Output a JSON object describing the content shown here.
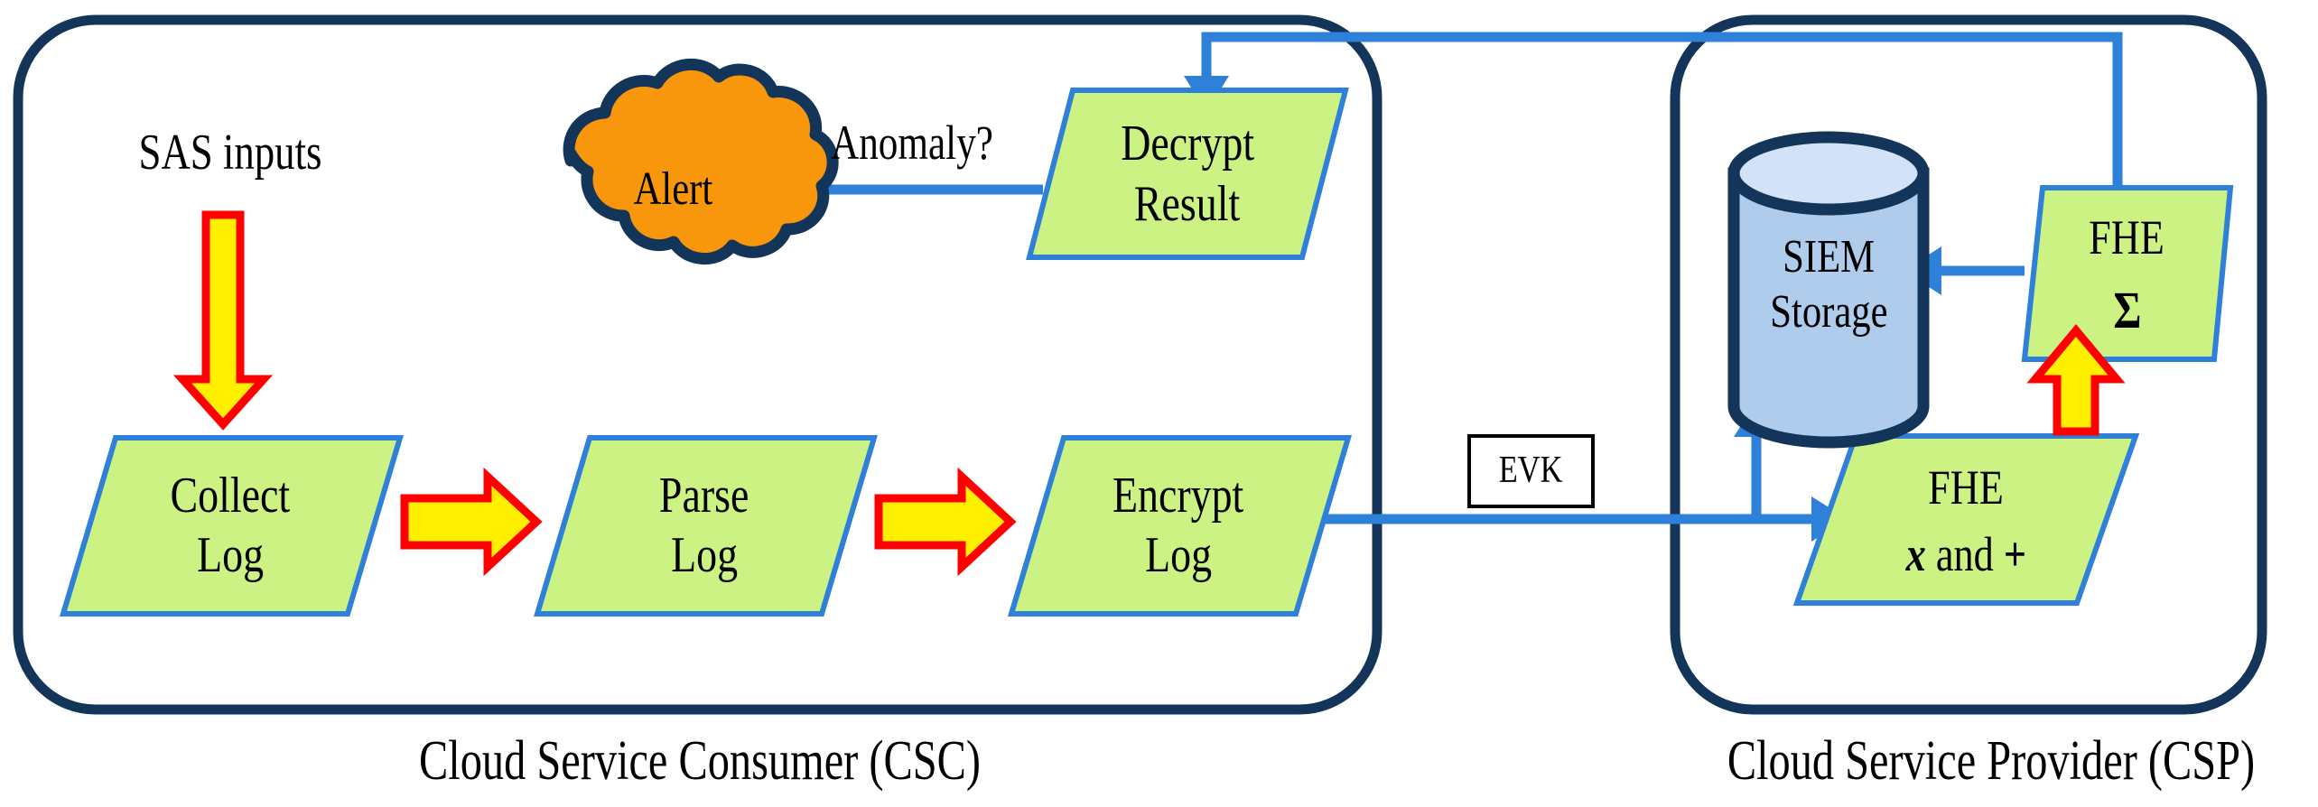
{
  "diagram": {
    "title_left": "Cloud Service Consumer (CSC)",
    "title_right": "Cloud Service Provider (CSP)",
    "colors": {
      "container_border": "#123559",
      "process_fill": "#CCF284",
      "process_border": "#2E80D8",
      "arrow_blue": "#2E80D8",
      "arrow_yellow_fill": "#FFF000",
      "arrow_yellow_border": "#FF0000",
      "cloud_fill": "#F8960C",
      "cloud_border": "#123559",
      "cylinder_fill": "#AFCCEC",
      "cylinder_top_fill": "#D3E3F7",
      "cylinder_border": "#123559",
      "key_box_fill": "#FFFFFF",
      "key_box_border": "#000000",
      "text": "#000000"
    },
    "csc": {
      "input_label": "SAS inputs",
      "nodes": [
        {
          "id": "collect-log",
          "line1": "Collect",
          "line2": "Log"
        },
        {
          "id": "parse-log",
          "line1": "Parse",
          "line2": "Log"
        },
        {
          "id": "encrypt-log",
          "line1": "Encrypt",
          "line2": "Log"
        },
        {
          "id": "decrypt-result",
          "line1": "Decrypt",
          "line2": "Result"
        }
      ],
      "alert_label": "Alert",
      "anomaly_label": "Anomaly?"
    },
    "csp": {
      "storage_line1": "SIEM",
      "storage_line2": "Storage",
      "fhe_sum_line1": "FHE",
      "fhe_sum_line2": "Σ",
      "fhe_ops_line1": "FHE",
      "fhe_ops_line2_a": "x",
      "fhe_ops_line2_b": " and ",
      "fhe_ops_line2_c": "+"
    },
    "evk_label": "EVK"
  }
}
